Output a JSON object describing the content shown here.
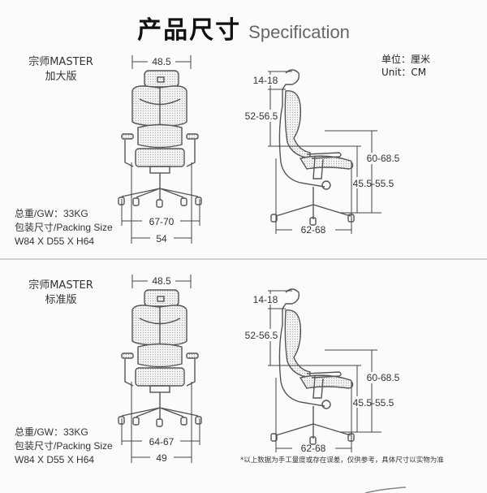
{
  "header": {
    "title_zh": "产品尺寸",
    "title_en": "Specification"
  },
  "unit": {
    "zh": "单位：厘米",
    "en": "Unit：CM"
  },
  "sections": [
    {
      "model_line1": "宗师MASTER",
      "model_line2": "加大版",
      "gross_weight": "总重/GW：33KG",
      "packing_label": "包装尺寸/Packing Size",
      "packing_size": "W84 X D55 X H64",
      "front": {
        "top_width": "48.5",
        "base_width": "67-70",
        "seat_width": "54"
      },
      "side": {
        "headrest": "14-18",
        "back_height": "52-56.5",
        "armrest_height": "60-68.5",
        "seat_height": "45.5-55.5",
        "depth": "62-68"
      }
    },
    {
      "model_line1": "宗师MASTER",
      "model_line2": "标准版",
      "gross_weight": "总重/GW：33KG",
      "packing_label": "包装尺寸/Packing Size",
      "packing_size": "W84 X D55 X H64",
      "front": {
        "top_width": "48.5",
        "base_width": "64-67",
        "seat_width": "49"
      },
      "side": {
        "headrest": "14-18",
        "back_height": "52-56.5",
        "armrest_height": "60-68.5",
        "seat_height": "45.5-55.5",
        "depth": "62-68"
      }
    }
  ],
  "footnote": "*以上数据为手工量度或存在误差，仅供参考，具体尺寸以实物为准"
}
